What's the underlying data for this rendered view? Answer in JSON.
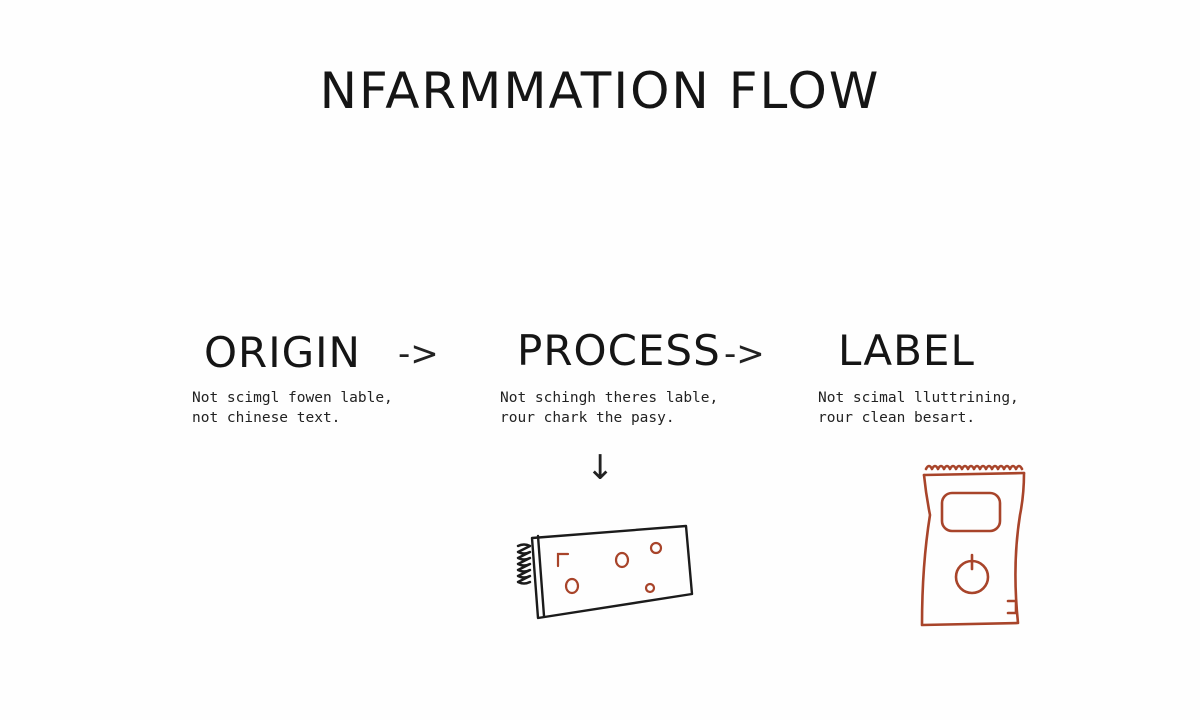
{
  "title": "NFARMMATION FLOW",
  "stages": [
    {
      "label": "ORIGIN",
      "desc": [
        "Not scimgl fowen lable,",
        "not chinese text."
      ]
    },
    {
      "label": "PROCESS",
      "desc": [
        "Not schingh theres lable,",
        "rour chark the pasy."
      ]
    },
    {
      "label": "LABEL",
      "desc": [
        "Not scimal lluttrining,",
        "rour clean besart."
      ]
    }
  ],
  "arrows": {
    "right": "->",
    "down": "↓"
  },
  "icons": {
    "process_bar": "wrapped-bar-icon",
    "label_bag": "snack-bag-icon"
  },
  "colors": {
    "ink": "#1b1b1b",
    "bag": "#a8442a"
  }
}
